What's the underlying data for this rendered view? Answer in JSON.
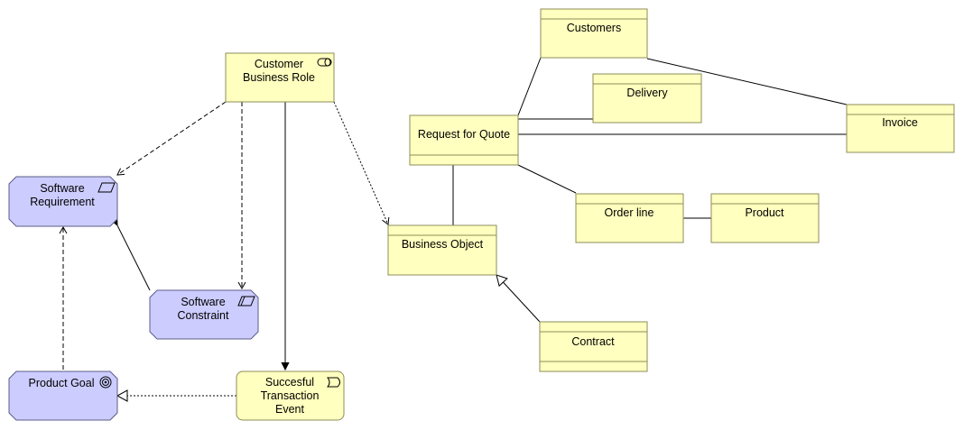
{
  "diagram": {
    "nodes": {
      "customer_business_role": [
        "Customer",
        "Business Role"
      ],
      "customers": "Customers",
      "delivery": "Delivery",
      "invoice": "Invoice",
      "request_for_quote": "Request for Quote",
      "business_object": "Business Object",
      "order_line": "Order line",
      "product": "Product",
      "contract": "Contract",
      "software_requirement": [
        "Software",
        "Requirement"
      ],
      "software_constraint": [
        "Software",
        "Constraint"
      ],
      "product_goal": "Product Goal",
      "successful_transaction_event": [
        "Succesful",
        "Transaction",
        "Event"
      ]
    },
    "colors": {
      "business_fill": "#ffffbf",
      "motivation_fill": "#ccccff"
    },
    "icons": {
      "role": "role-icon",
      "requirement": "requirement-icon",
      "constraint": "constraint-icon",
      "goal": "goal-icon",
      "event": "event-icon"
    }
  }
}
